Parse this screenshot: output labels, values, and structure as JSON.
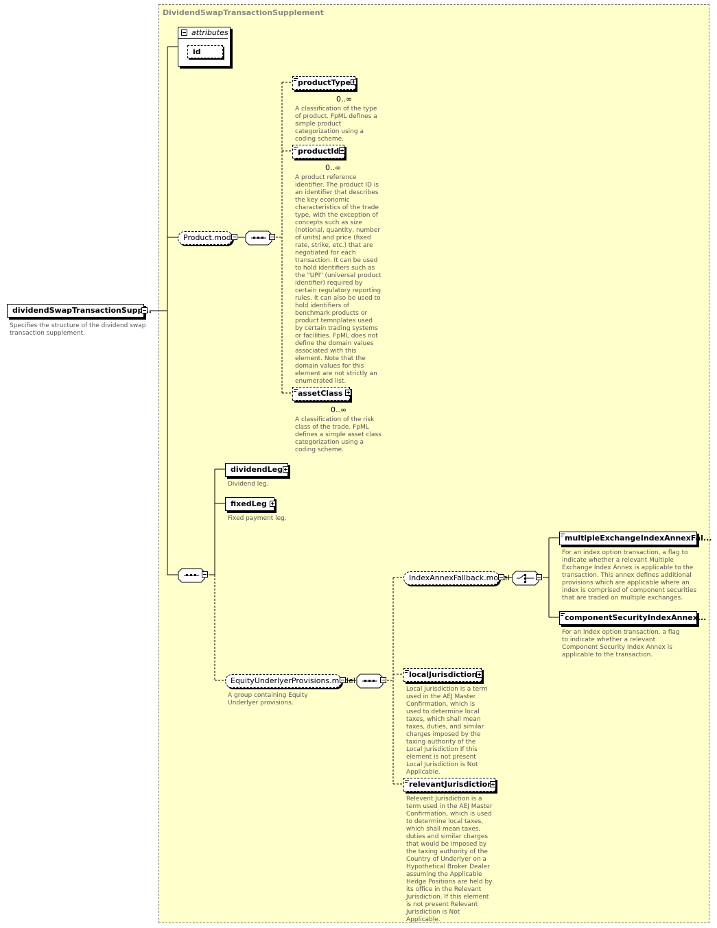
{
  "type_name": "DividendSwapTransactionSupplement",
  "root": {
    "label": "dividendSwapTransactionSupp...",
    "desc": "Specifies the structure of the dividend swap transaction supplement."
  },
  "attributes": {
    "title": "attributes",
    "id": "id"
  },
  "product_model": {
    "label": "Product.model"
  },
  "productType": {
    "label": "productType",
    "occurs": "0..∞",
    "desc": "A classification of the type of product. FpML defines a simple product categorization using a coding scheme."
  },
  "productId": {
    "label": "productId",
    "occurs": "0..∞",
    "desc": "A product reference identifier. The product ID is an identifier that describes the key economic characteristics of the trade type, with the exception of concepts such as size (notional, quantity, number of units) and price (fixed rate, strike, etc.) that are negotiated for each transaction. It can be used to hold identifiers such as the \"UPI\" (universal product identifier) required by certain regulatory reporting rules. It can also be used to hold identifiers of benchmark products or product temnplates used by certain trading systems or facilities. FpML does not define the domain values associated with this element. Note that the domain values for this element are not strictly an enumerated list."
  },
  "assetClass": {
    "label": "assetClass",
    "occurs": "0..∞",
    "desc": "A classification of the risk class of the trade. FpML defines a simple asset class categorization using a coding scheme."
  },
  "dividendLeg": {
    "label": "dividendLeg",
    "desc": "Dividend leg."
  },
  "fixedLeg": {
    "label": "fixedLeg",
    "desc": "Fixed payment leg."
  },
  "equity_model": {
    "label": "EquityUnderlyerProvisions.model",
    "desc": "A group containing Equity Underlyer provisions."
  },
  "index_model": {
    "label": "IndexAnnexFallback.model"
  },
  "multipleExchange": {
    "label": "multipleExchangeIndexAnnexFal...",
    "desc": "For an index option transaction, a flag to indicate whether a relevant Multiple Exchange Index Annex is applicable to the transaction. This annex defines additional provisions which are applicable where an index is comprised of component securities that are traded on multiple exchanges."
  },
  "componentSecurity": {
    "label": "componentSecurityIndexAnnex...",
    "desc": "For an index option transaction, a flag to indicate whether a relevant Component Security Index Annex is applicable to the transaction."
  },
  "localJurisdiction": {
    "label": "localJurisdiction",
    "desc": "Local Jurisdiction is a term used in the AEJ Master Confirmation, which is used to determine local taxes, which shall mean taxes, duties, and similar charges imposed by the taxing authority of the Local Jurisdiction If this element is not present Local Jurisdiction is Not Applicable."
  },
  "relevantJurisdiction": {
    "label": "relevantJurisdiction",
    "desc": "Relevent Jurisdiction is a term used in the AEJ Master Confirmation, which is used to determine local taxes, which shall mean taxes, duties and similar charges that would be imposed by the taxing authority of the Country of Underlyer on a Hypothetical Broker Dealer assuming the Applicable Hedge Positions are held by its office in the Relevant Jurisdiction. If this element is not present Relevant Jurisdiction is Not Applicable."
  }
}
